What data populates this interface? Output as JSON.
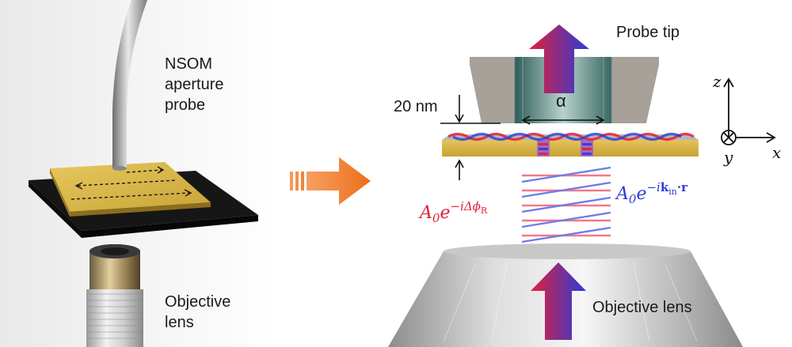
{
  "left_panel": {
    "probe_label": [
      "NSOM",
      "aperture",
      "probe"
    ],
    "objective_label": [
      "Objective",
      "lens"
    ]
  },
  "right_panel": {
    "probe_tip_label": "Probe tip",
    "gap_label": "20 nm",
    "aperture_symbol": "α",
    "objective_label": "Objective lens",
    "reference_wave": {
      "A": "A",
      "sub": "0",
      "e": "e",
      "exp": "−iΔϕ",
      "exp_sub": "R"
    },
    "incident_wave": {
      "A": "A",
      "sub": "0",
      "e": "e",
      "exp": "−i",
      "k": "k",
      "k_sub": "in",
      "dot": "·r"
    }
  },
  "axes": {
    "z": "z",
    "x": "x",
    "y": "y"
  },
  "colors": {
    "gold": "#d8b648",
    "red_wave": "#e0203a",
    "blue_wave": "#2b3bd8",
    "orange_arrow": "#ef7a22"
  }
}
